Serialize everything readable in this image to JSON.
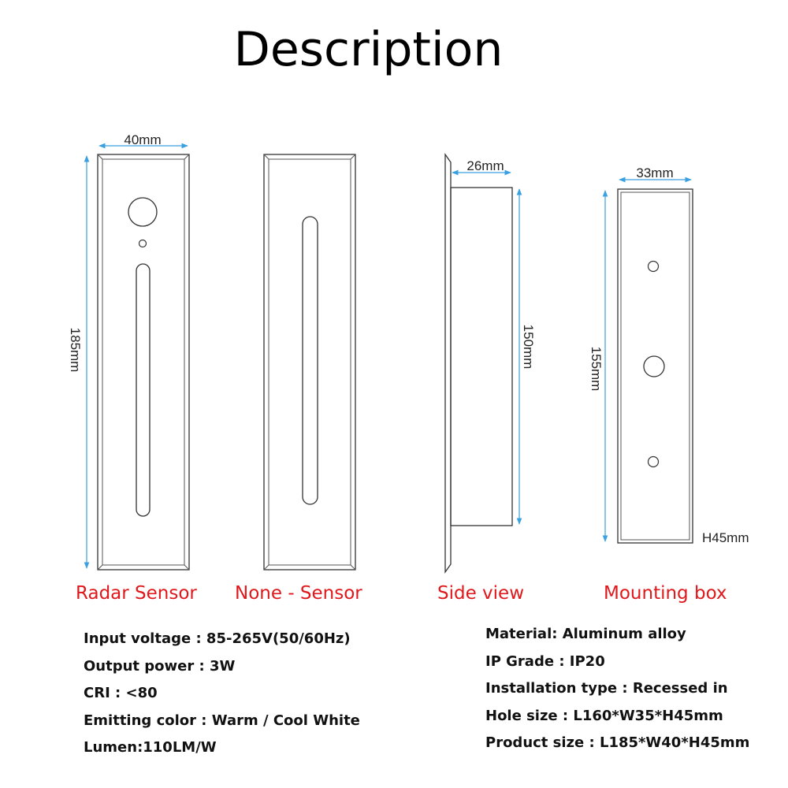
{
  "title": "Description",
  "dimensions": {
    "radar_width": "40mm",
    "radar_height": "185mm",
    "side_depth": "26mm",
    "side_height": "150mm",
    "box_width": "33mm",
    "box_height": "155mm",
    "box_depth": "H45mm"
  },
  "captions": {
    "radar": "Radar Sensor",
    "none": "None - Sensor",
    "side": "Side view",
    "box": "Mounting box"
  },
  "specs_left": [
    "Input voltage : 85-265V(50/60Hz)",
    "Output power : 3W",
    "CRI : <80",
    "Emitting color : Warm / Cool White",
    "Lumen:110LM/W"
  ],
  "specs_right": [
    "Material: Aluminum alloy",
    "IP Grade : IP20",
    "Installation type : Recessed in",
    "Hole size : L160*W35*H45mm",
    "Product size : L185*W40*H45mm"
  ],
  "colors": {
    "caption": "#e0181b",
    "dimension_line": "#3aa0e0",
    "outline": "#333333"
  }
}
